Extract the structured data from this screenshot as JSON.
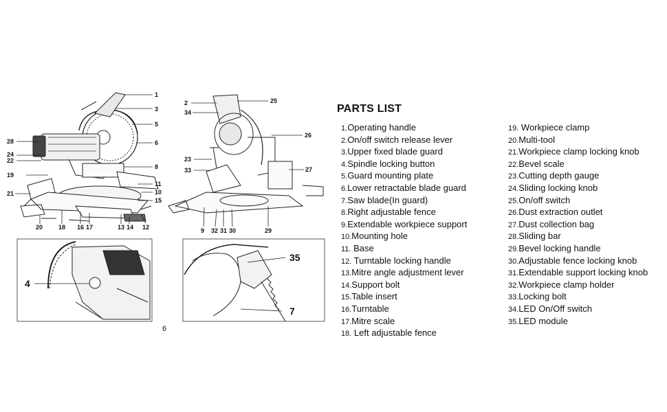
{
  "parts_list": {
    "title": "PARTS LIST",
    "left_column": [
      {
        "num": "1.",
        "label": "Operating handle"
      },
      {
        "num": "2.",
        "label": "On/off switch release lever"
      },
      {
        "num": "3.",
        "label": "Upper fixed blade guard"
      },
      {
        "num": "4.",
        "label": "Spindle locking button"
      },
      {
        "num": "5.",
        "label": "Guard mounting plate"
      },
      {
        "num": "6.",
        "label": "Lower retractable blade guard"
      },
      {
        "num": "7.",
        "label": "Saw blade(In guard)"
      },
      {
        "num": "8.",
        "label": "Right adjustable fence"
      },
      {
        "num": "9.",
        "label": "Extendable workpiece support"
      },
      {
        "num": "10.",
        "label": "Mounting hole"
      },
      {
        "num": "11.",
        "label": " Base"
      },
      {
        "num": "12.",
        "label": " Turntable locking handle"
      },
      {
        "num": "13.",
        "label": "Mitre angle adjustment lever"
      },
      {
        "num": "14.",
        "label": "Support bolt"
      },
      {
        "num": "15.",
        "label": "Table insert"
      },
      {
        "num": "16.",
        "label": "Turntable"
      },
      {
        "num": "17.",
        "label": "Mitre scale"
      },
      {
        "num": "18.",
        "label": " Left adjustable fence"
      }
    ],
    "right_column": [
      {
        "num": "19.",
        "label": " Workpiece clamp"
      },
      {
        "num": "20.",
        "label": "Multi-tool"
      },
      {
        "num": "21.",
        "label": "Workpiece clamp locking knob"
      },
      {
        "num": "22.",
        "label": "Bevel scale"
      },
      {
        "num": "23.",
        "label": "Cutting depth gauge"
      },
      {
        "num": "24.",
        "label": "Sliding locking knob"
      },
      {
        "num": "25.",
        "label": "On/off switch"
      },
      {
        "num": "26.",
        "label": "Dust extraction outlet"
      },
      {
        "num": "27.",
        "label": "Dust collection bag"
      },
      {
        "num": "28.",
        "label": "Sliding bar"
      },
      {
        "num": "29.",
        "label": "Bevel locking handle"
      },
      {
        "num": "30.",
        "label": "Adjustable fence locking knob"
      },
      {
        "num": "31.",
        "label": "Extendable support locking knob"
      },
      {
        "num": "32.",
        "label": "Workpiece clamp holder"
      },
      {
        "num": "33.",
        "label": "Locking bolt"
      },
      {
        "num": "34.",
        "label": "LED On/Off switch"
      },
      {
        "num": "35.",
        "label": "LED module"
      }
    ]
  },
  "diagram": {
    "page_number": "6",
    "front_view_callouts": [
      "1",
      "3",
      "5",
      "6",
      "8",
      "11",
      "10",
      "15",
      "12",
      "14",
      "13",
      "17",
      "16",
      "18",
      "20",
      "21",
      "19",
      "22",
      "24",
      "28"
    ],
    "side_view_callouts": [
      "2",
      "34",
      "25",
      "26",
      "23",
      "33",
      "27",
      "9",
      "32",
      "31",
      "30",
      "29"
    ],
    "detail_left_callout": "4",
    "detail_right_callouts": [
      "35",
      "7"
    ]
  }
}
